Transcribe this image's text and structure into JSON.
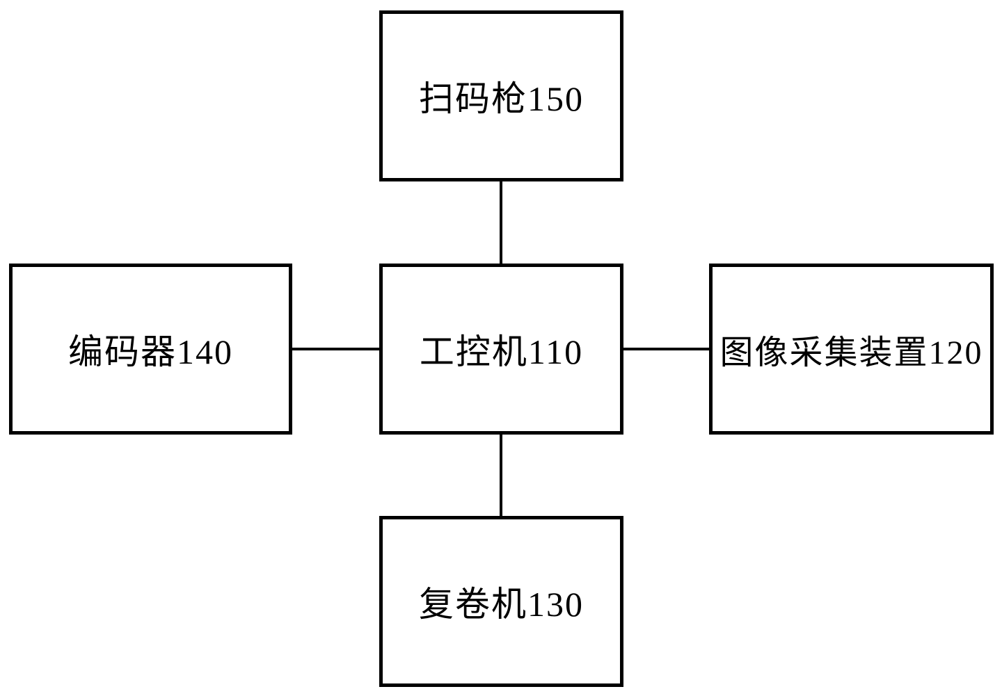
{
  "diagram": {
    "title": "",
    "background_color": "#ffffff",
    "line_color": "#000000",
    "text_color": "#000000",
    "nodes": {
      "scanner": {
        "label": "扫码枪150"
      },
      "ipc": {
        "label": "工控机110"
      },
      "encoder": {
        "label": "编码器140"
      },
      "imgcap": {
        "label": "图像采集装置120"
      },
      "rewinder": {
        "label": "复卷机130"
      }
    },
    "connections": [
      {
        "from": "扫码枪150",
        "to": "工控机110",
        "orientation": "vertical"
      },
      {
        "from": "编码器140",
        "to": "工控机110",
        "orientation": "horizontal"
      },
      {
        "from": "工控机110",
        "to": "图像采集装置120",
        "orientation": "horizontal"
      },
      {
        "from": "工控机110",
        "to": "复卷机130",
        "orientation": "vertical"
      }
    ]
  }
}
